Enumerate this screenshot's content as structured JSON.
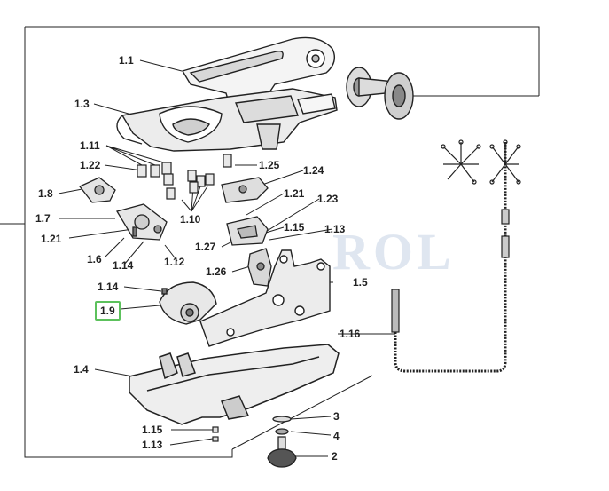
{
  "labels": {
    "l1_1": "1.1",
    "l1_3": "1.3",
    "l1_11": "1.11",
    "l1_22": "1.22",
    "l1_25": "1.25",
    "l1_24": "1.24",
    "l1_8": "1.8",
    "l1_21a": "1.21",
    "l1_23": "1.23",
    "l1_7": "1.7",
    "l1_10": "1.10",
    "l1_15a": "1.15",
    "l1_13a": "1.13",
    "l1_21b": "1.21",
    "l1_27": "1.27",
    "l1_6": "1.6",
    "l1_14a": "1.14",
    "l1_12": "1.12",
    "l1_26": "1.26",
    "l1_5": "1.5",
    "l1_14b": "1.14",
    "l1_9": "1.9",
    "l1_16": "1.16",
    "l1_4": "1.4",
    "l3": "3",
    "l1_15b": "1.15",
    "l4": "4",
    "l1_13b": "1.13",
    "l2": "2"
  },
  "watermark": "ROL",
  "colors": {
    "highlight": "#5cc15c",
    "line": "#222222",
    "watermark": "#dfe6f0"
  }
}
